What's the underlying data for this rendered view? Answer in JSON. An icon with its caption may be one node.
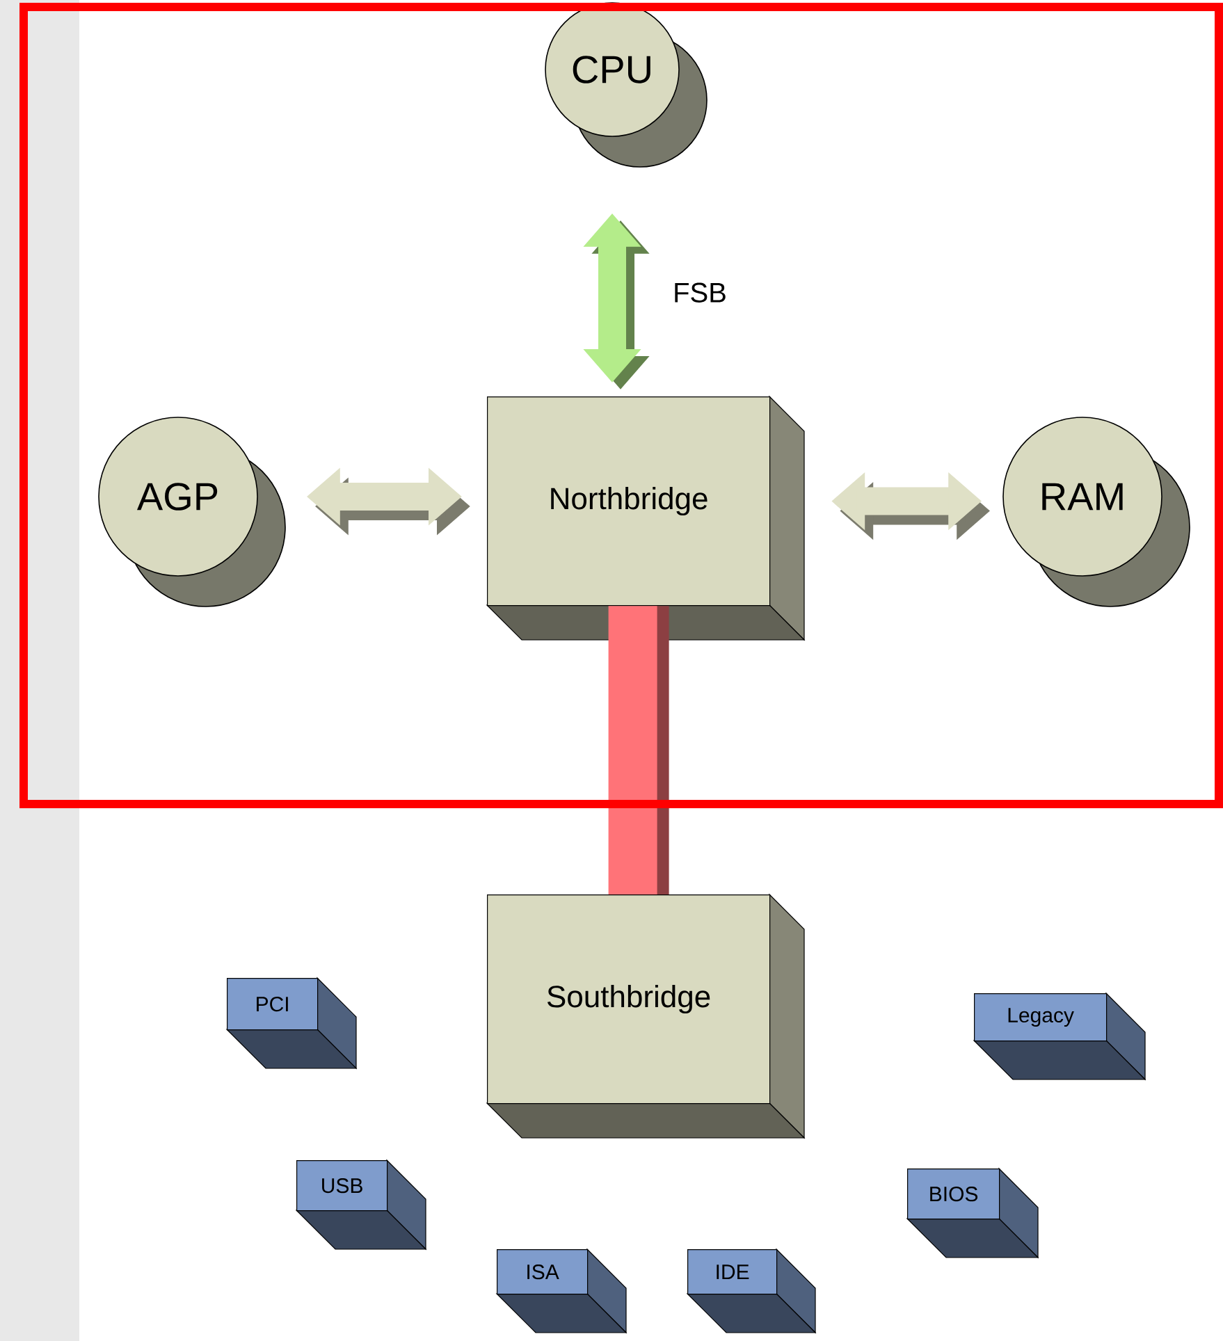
{
  "diagram": {
    "nodes": [
      {
        "text": [
          "CPU"
        ]
      },
      {
        "text": [
          "AGP"
        ]
      },
      {
        "text": [
          "Northbridge"
        ]
      },
      {
        "text": [
          "RAM"
        ]
      },
      {
        "text": [
          "Southbridge"
        ]
      },
      {
        "text": [
          "PCI"
        ]
      },
      {
        "text": [
          "Legacy"
        ]
      },
      {
        "text": [
          "USB"
        ]
      },
      {
        "text": [
          "BIOS"
        ]
      },
      {
        "text": [
          "ISA"
        ]
      },
      {
        "text": [
          "IDE"
        ]
      }
    ],
    "edges": [
      {
        "from": 0,
        "to": 2,
        "arrow": "both",
        "label": "FSB",
        "color": "#b4ec8a"
      },
      {
        "from": 1,
        "to": 2,
        "arrow": "both",
        "color": "#dfe0c6"
      },
      {
        "from": 2,
        "to": 3,
        "arrow": "both",
        "color": "#dfe0c6"
      },
      {
        "from": 2,
        "to": 4,
        "arrow": "none",
        "color": "#ff7378"
      }
    ]
  }
}
